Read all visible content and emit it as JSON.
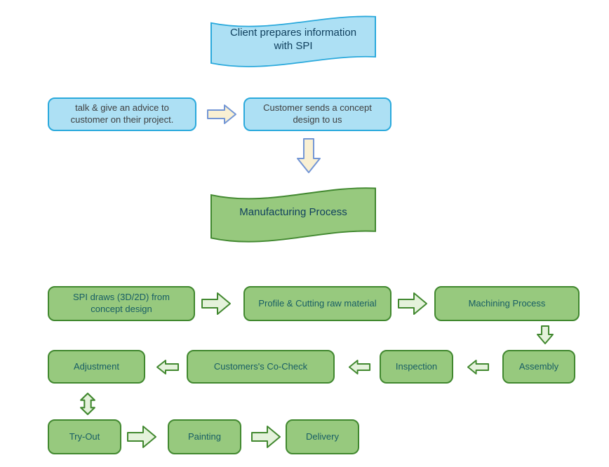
{
  "colors": {
    "canvas_bg": "#FFFFFF",
    "blue_fill": "#ADE0F4",
    "blue_stroke": "#2AA9DC",
    "banner_text": "#10405E",
    "blue_box_text": "#3F3F3F",
    "cream_fill": "#F9F0D3",
    "cream_stroke": "#7396D5",
    "green_fill": "#97C97E",
    "green_stroke": "#41882F",
    "green_arrow_fill": "#E4F2DB",
    "green_text": "#175D64"
  },
  "banners": {
    "client": "Client prepares information with SPI",
    "manufacturing": "Manufacturing Process"
  },
  "nodes": {
    "advice": "talk & give an advice to customer on their project.",
    "concept": "Customer sends a concept design to us",
    "spi_draws": "SPI draws (3D/2D) from concept design",
    "profile": "Profile & Cutting raw material",
    "machining": "Machining Process",
    "adjustment": "Adjustment",
    "cocheck": "Customers's Co-Check",
    "inspection": "Inspection",
    "assembly": "Assembly",
    "tryout": "Try-Out",
    "painting": "Painting",
    "delivery": "Delivery"
  }
}
